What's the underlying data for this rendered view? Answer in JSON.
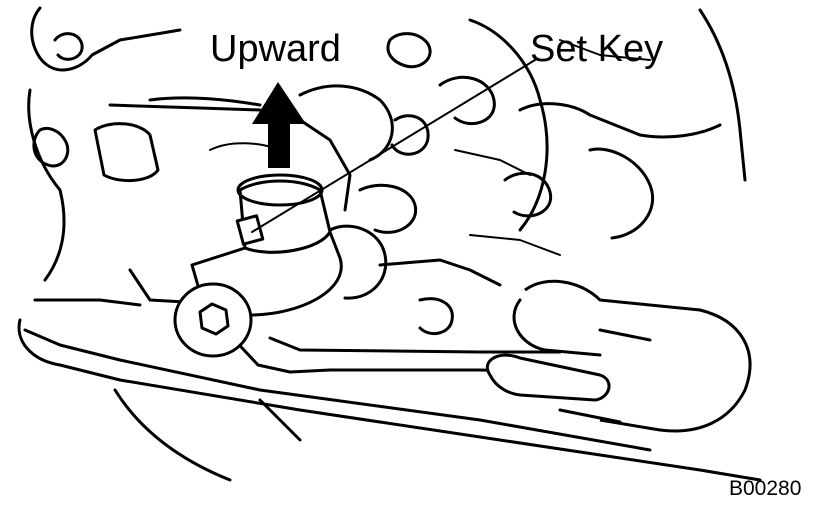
{
  "labels": {
    "upward": "Upward",
    "set_key": "Set Key",
    "figure_code": "B00280"
  },
  "colors": {
    "ink": "#000000",
    "paper": "#ffffff"
  }
}
